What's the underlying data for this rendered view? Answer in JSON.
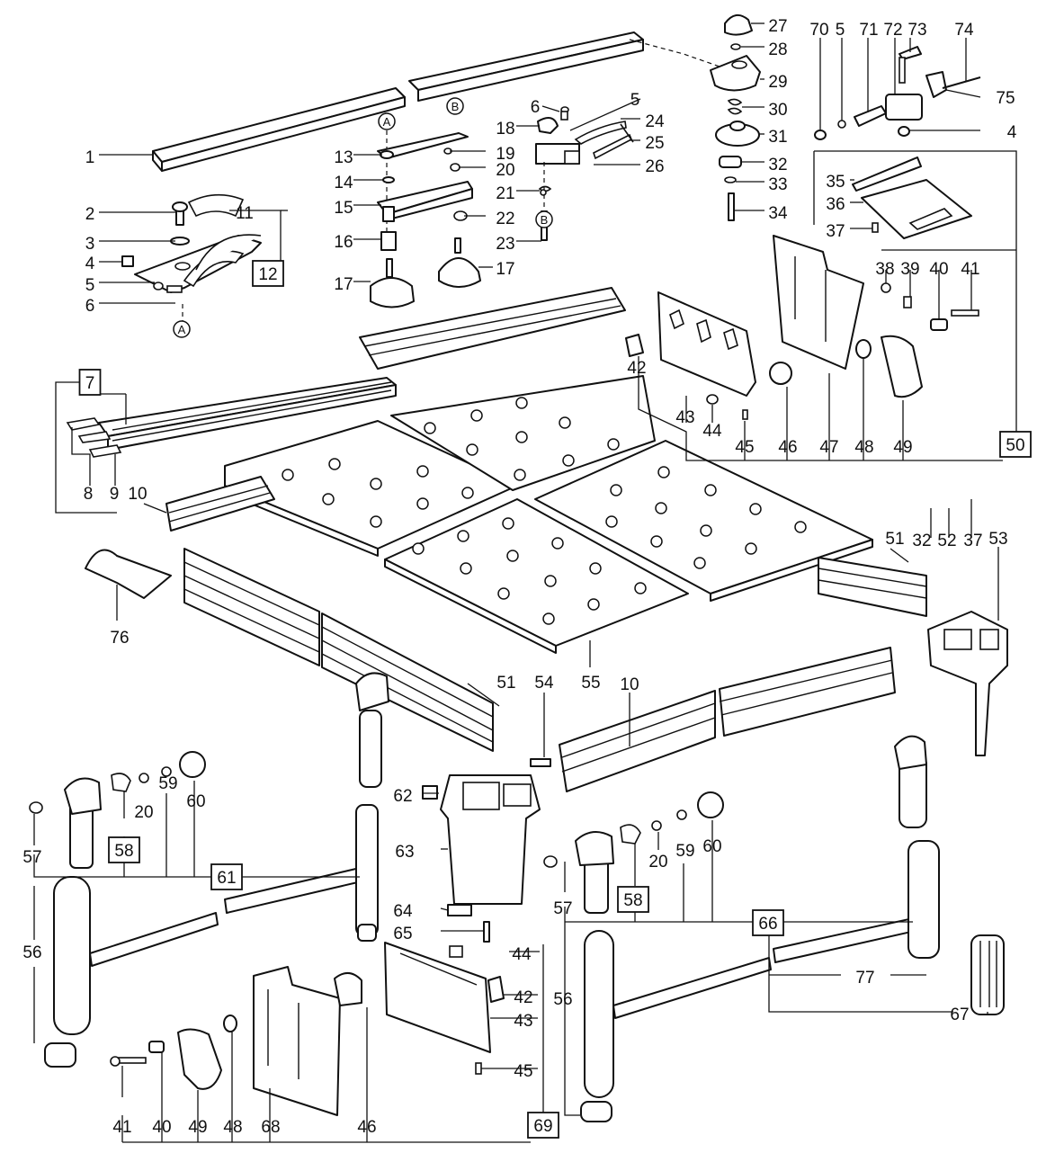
{
  "title": "",
  "callouts": [
    {
      "id": "c1",
      "text": "1"
    },
    {
      "id": "c2",
      "text": "2"
    },
    {
      "id": "c3",
      "text": "3"
    },
    {
      "id": "c4a",
      "text": "4"
    },
    {
      "id": "c5a",
      "text": "5"
    },
    {
      "id": "c6a",
      "text": "6"
    },
    {
      "id": "c7",
      "text": "7",
      "boxed": true
    },
    {
      "id": "c8",
      "text": "8"
    },
    {
      "id": "c9",
      "text": "9"
    },
    {
      "id": "c10a",
      "text": "10"
    },
    {
      "id": "c10b",
      "text": "10"
    },
    {
      "id": "c11",
      "text": "11"
    },
    {
      "id": "c12",
      "text": "12",
      "boxed": true
    },
    {
      "id": "c13",
      "text": "13"
    },
    {
      "id": "c14",
      "text": "14"
    },
    {
      "id": "c15",
      "text": "15"
    },
    {
      "id": "c16",
      "text": "16"
    },
    {
      "id": "c17a",
      "text": "17"
    },
    {
      "id": "c17b",
      "text": "17"
    },
    {
      "id": "c18",
      "text": "18"
    },
    {
      "id": "c19",
      "text": "19"
    },
    {
      "id": "c20a",
      "text": "20"
    },
    {
      "id": "c21",
      "text": "21"
    },
    {
      "id": "c22",
      "text": "22"
    },
    {
      "id": "c23",
      "text": "23"
    },
    {
      "id": "c24",
      "text": "24"
    },
    {
      "id": "c25",
      "text": "25"
    },
    {
      "id": "c26",
      "text": "26"
    },
    {
      "id": "c6b",
      "text": "6"
    },
    {
      "id": "c5b",
      "text": "5"
    },
    {
      "id": "c27",
      "text": "27"
    },
    {
      "id": "c28",
      "text": "28"
    },
    {
      "id": "c29",
      "text": "29"
    },
    {
      "id": "c30",
      "text": "30"
    },
    {
      "id": "c31",
      "text": "31"
    },
    {
      "id": "c32a",
      "text": "32"
    },
    {
      "id": "c33",
      "text": "33"
    },
    {
      "id": "c34",
      "text": "34"
    },
    {
      "id": "c70",
      "text": "70"
    },
    {
      "id": "c5c",
      "text": "5"
    },
    {
      "id": "c71",
      "text": "71"
    },
    {
      "id": "c72",
      "text": "72"
    },
    {
      "id": "c73",
      "text": "73"
    },
    {
      "id": "c74",
      "text": "74"
    },
    {
      "id": "c75",
      "text": "75"
    },
    {
      "id": "c4b",
      "text": "4"
    },
    {
      "id": "c35",
      "text": "35"
    },
    {
      "id": "c36",
      "text": "36"
    },
    {
      "id": "c37a",
      "text": "37"
    },
    {
      "id": "c38",
      "text": "38"
    },
    {
      "id": "c39",
      "text": "39"
    },
    {
      "id": "c40a",
      "text": "40"
    },
    {
      "id": "c41a",
      "text": "41"
    },
    {
      "id": "c42a",
      "text": "42"
    },
    {
      "id": "c43a",
      "text": "43"
    },
    {
      "id": "c44a",
      "text": "44"
    },
    {
      "id": "c45a",
      "text": "45"
    },
    {
      "id": "c46a",
      "text": "46"
    },
    {
      "id": "c47",
      "text": "47"
    },
    {
      "id": "c48a",
      "text": "48"
    },
    {
      "id": "c49a",
      "text": "49"
    },
    {
      "id": "c50",
      "text": "50",
      "boxed": true
    },
    {
      "id": "c32b",
      "text": "32"
    },
    {
      "id": "c52",
      "text": "52"
    },
    {
      "id": "c37b",
      "text": "37"
    },
    {
      "id": "c53",
      "text": "53"
    },
    {
      "id": "c51a",
      "text": "51"
    },
    {
      "id": "c51b",
      "text": "51"
    },
    {
      "id": "c76",
      "text": "76"
    },
    {
      "id": "c55",
      "text": "55"
    },
    {
      "id": "c54",
      "text": "54"
    },
    {
      "id": "c57a",
      "text": "57"
    },
    {
      "id": "c58a",
      "text": "58",
      "boxed": true
    },
    {
      "id": "c20b",
      "text": "20"
    },
    {
      "id": "c59a",
      "text": "59"
    },
    {
      "id": "c60a",
      "text": "60"
    },
    {
      "id": "c61",
      "text": "61",
      "boxed": true
    },
    {
      "id": "c56a",
      "text": "56"
    },
    {
      "id": "c62",
      "text": "62"
    },
    {
      "id": "c63",
      "text": "63"
    },
    {
      "id": "c64",
      "text": "64"
    },
    {
      "id": "c65",
      "text": "65"
    },
    {
      "id": "c44b",
      "text": "44"
    },
    {
      "id": "c42b",
      "text": "42"
    },
    {
      "id": "c43b",
      "text": "43"
    },
    {
      "id": "c45b",
      "text": "45"
    },
    {
      "id": "c56b",
      "text": "56"
    },
    {
      "id": "c69",
      "text": "69",
      "boxed": true
    },
    {
      "id": "c57b",
      "text": "57"
    },
    {
      "id": "c58b",
      "text": "58",
      "boxed": true
    },
    {
      "id": "c20c",
      "text": "20"
    },
    {
      "id": "c59b",
      "text": "59"
    },
    {
      "id": "c60b",
      "text": "60"
    },
    {
      "id": "c66",
      "text": "66",
      "boxed": true
    },
    {
      "id": "c77",
      "text": "77"
    },
    {
      "id": "c67",
      "text": "67"
    },
    {
      "id": "c41b",
      "text": "41"
    },
    {
      "id": "c40b",
      "text": "40"
    },
    {
      "id": "c49b",
      "text": "49"
    },
    {
      "id": "c48b",
      "text": "48"
    },
    {
      "id": "c68",
      "text": "68"
    },
    {
      "id": "c46b",
      "text": "46"
    }
  ],
  "section_markers": [
    {
      "id": "mA1",
      "text": "A"
    },
    {
      "id": "mA2",
      "text": "A"
    },
    {
      "id": "mB1",
      "text": "B"
    },
    {
      "id": "mB2",
      "text": "B"
    }
  ]
}
